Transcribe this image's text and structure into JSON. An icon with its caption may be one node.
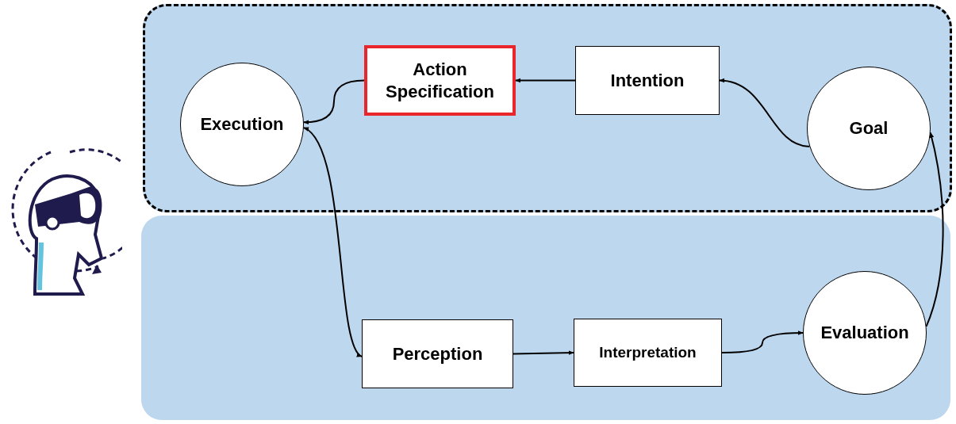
{
  "diagram": {
    "nodes": [
      {
        "text": [],
        "shape": "box"
      },
      {
        "text": [],
        "shape": "box"
      },
      {
        "text": [
          "Action Specification"
        ],
        "in": 0
      },
      {
        "text": [
          "Intention"
        ],
        "in": 0
      },
      {
        "text": [
          "Execution"
        ],
        "in": 0
      },
      {
        "text": [
          "Goal"
        ],
        "in": 0
      },
      {
        "text": [
          "Perception"
        ],
        "in": 1
      },
      {
        "text": [
          "Interpretation"
        ],
        "in": 1
      },
      {
        "text": [
          "Evaluation"
        ],
        "in": 1
      }
    ],
    "edges": [
      {
        "from": 5,
        "to": 3,
        "arrow": "to"
      },
      {
        "from": 3,
        "to": 2,
        "arrow": "to"
      },
      {
        "from": 2,
        "to": 4,
        "arrow": "to"
      },
      {
        "from": 4,
        "to": 6,
        "arrow": "both"
      },
      {
        "from": 6,
        "to": 7,
        "arrow": "to"
      },
      {
        "from": 7,
        "to": 8,
        "arrow": "to"
      },
      {
        "from": 8,
        "to": 5,
        "arrow": "to"
      }
    ]
  }
}
